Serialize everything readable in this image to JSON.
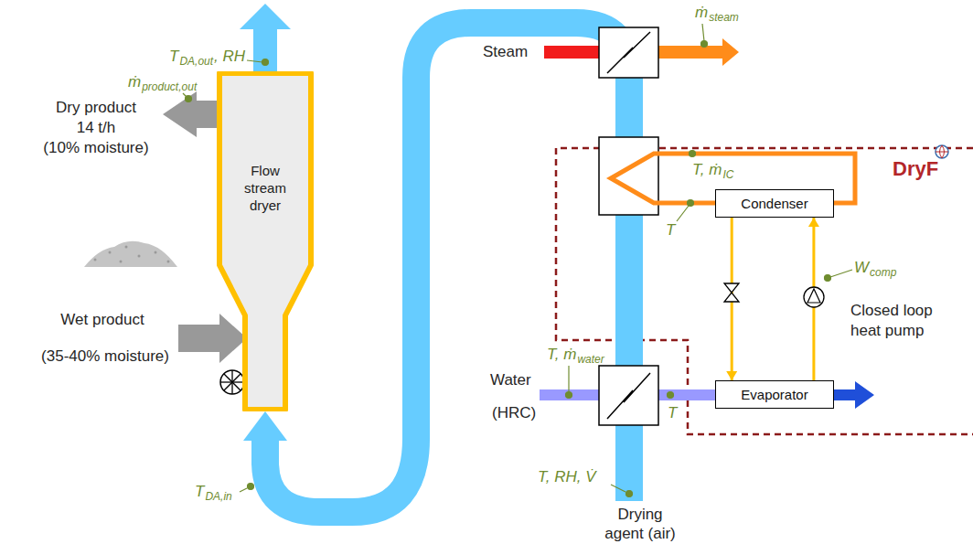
{
  "diagram": {
    "nodes": [
      {
        "text": [
          "Flow stream dryer"
        ]
      },
      {
        "text": [
          "Condenser"
        ]
      },
      {
        "text": [
          "Evaporator"
        ]
      }
    ],
    "edges": [
      {
        "from": 1,
        "to": 2,
        "arrow": "to"
      },
      {
        "from": 2,
        "to": 1,
        "arrow": "to"
      }
    ],
    "labels": [
      "T",
      "DA,out",
      ", RH",
      "ṁ",
      "product,out",
      "Dry product",
      "14 t/h",
      "(10% moisture)",
      "Wet product",
      "(35-40% moisture)",
      "T",
      "DA,in",
      "Steam",
      "ṁ",
      "steam",
      "T, ṁ",
      "IC",
      "T",
      "W",
      "comp",
      "Closed loop",
      "heat pump",
      "T, ṁ",
      "water",
      "Water",
      "(HRC)",
      "T",
      "T, RH, V̇",
      "Drying",
      "agent (air)",
      "DryF"
    ]
  }
}
